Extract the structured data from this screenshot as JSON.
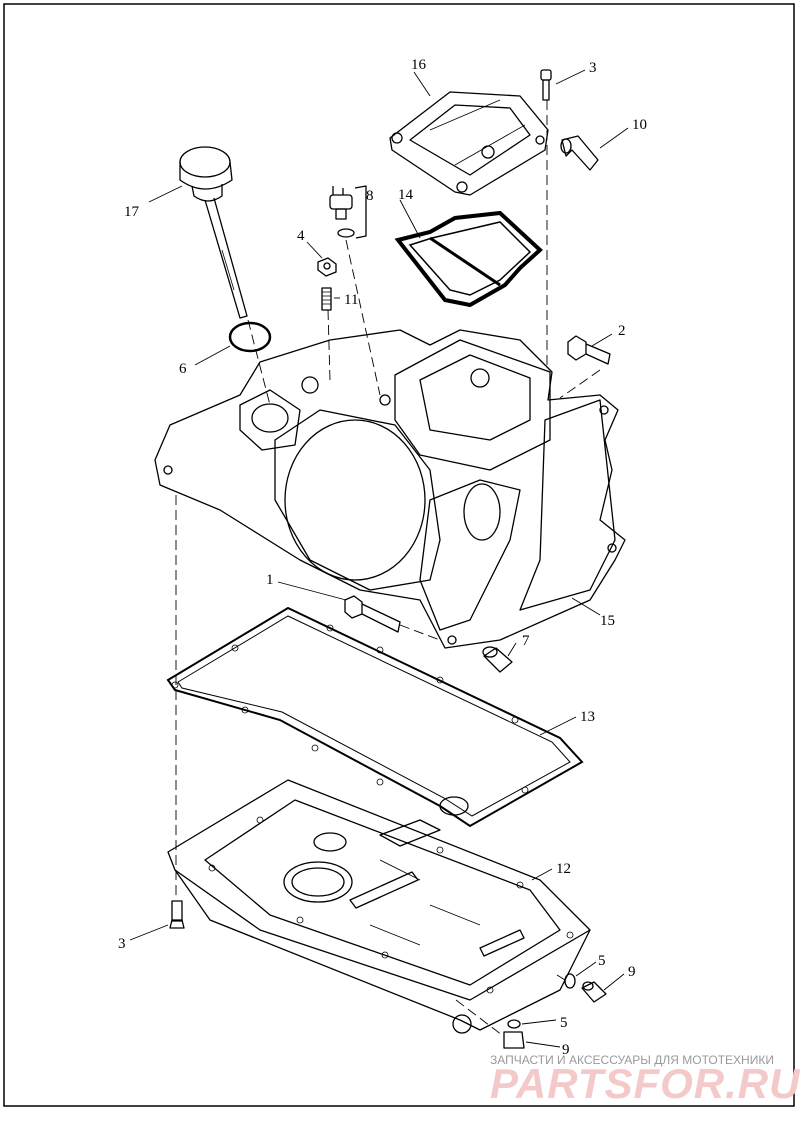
{
  "diagram": {
    "callouts": {
      "c1": "1",
      "c2": "2",
      "c3a": "3",
      "c3b": "3",
      "c4": "4",
      "c5a": "5",
      "c5b": "5",
      "c6": "6",
      "c7": "7",
      "c8": "8",
      "c9a": "9",
      "c9b": "9",
      "c10": "10",
      "c11": "11",
      "c12": "12",
      "c13": "13",
      "c14": "14",
      "c15": "15",
      "c16": "16",
      "c17": "17"
    }
  },
  "watermark": {
    "tagline": "ЗАПЧАСТИ И АКСЕССУАРЫ ДЛЯ МОТОТЕХНИКИ",
    "logo": "PARTSFOR.RU"
  }
}
